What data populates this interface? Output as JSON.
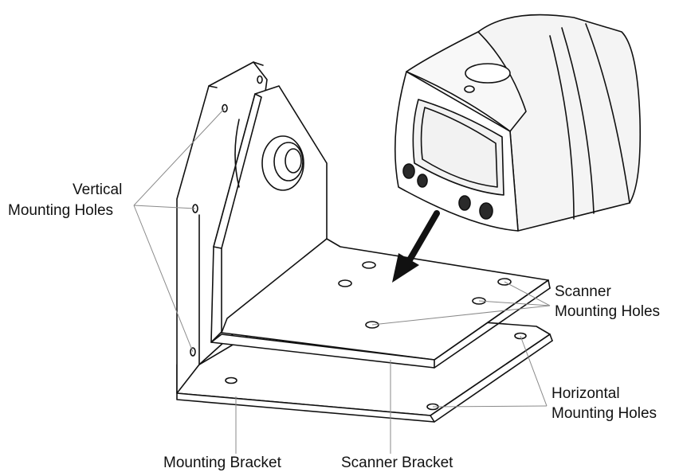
{
  "labels": {
    "vertical_holes": [
      "Vertical",
      "Mounting Holes"
    ],
    "scanner_holes": [
      "Scanner",
      "Mounting Holes"
    ],
    "horizontal_holes": [
      "Horizontal",
      "Mounting Holes"
    ],
    "mounting_bracket": "Mounting Bracket",
    "scanner_bracket": "Scanner Bracket"
  },
  "colors": {
    "ink": "#111111",
    "leader": "#8a8a8a",
    "fill": "#ffffff",
    "device_fill": "#f4f4f4",
    "dark": "#2a2a2a"
  }
}
